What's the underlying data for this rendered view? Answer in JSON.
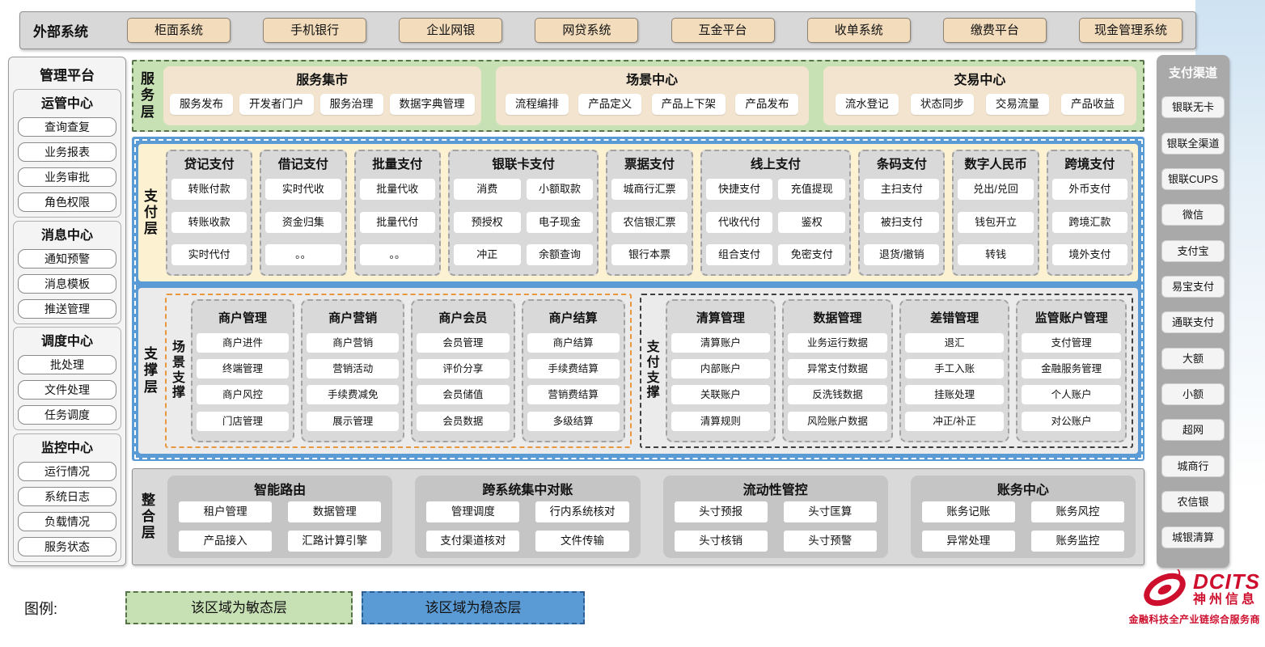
{
  "external": {
    "label": "外部系统",
    "items": [
      "柜面系统",
      "手机银行",
      "企业网银",
      "网贷系统",
      "互金平台",
      "收单系统",
      "缴费平台",
      "现金管理系统"
    ]
  },
  "management": {
    "title": "管理平台",
    "groups": [
      {
        "title": "运管中心",
        "items": [
          "查询查复",
          "业务报表",
          "业务审批",
          "角色权限"
        ]
      },
      {
        "title": "消息中心",
        "items": [
          "通知预警",
          "消息模板",
          "推送管理"
        ]
      },
      {
        "title": "调度中心",
        "items": [
          "批处理",
          "文件处理",
          "任务调度"
        ]
      },
      {
        "title": "监控中心",
        "items": [
          "运行情况",
          "系统日志",
          "负载情况",
          "服务状态"
        ]
      }
    ]
  },
  "service_layer": {
    "label": "服务层",
    "groups": [
      {
        "title": "服务集市",
        "items": [
          "服务发布",
          "开发者门户",
          "服务治理",
          "数据字典管理"
        ]
      },
      {
        "title": "场景中心",
        "items": [
          "流程编排",
          "产品定义",
          "产品上下架",
          "产品发布"
        ]
      },
      {
        "title": "交易中心",
        "items": [
          "流水登记",
          "状态同步",
          "交易流量",
          "产品收益"
        ]
      }
    ]
  },
  "payment_layer": {
    "label": "支付层",
    "columns": [
      {
        "title": "贷记支付",
        "cols": 1,
        "items": [
          "转账付款",
          "转账收款",
          "实时代付"
        ]
      },
      {
        "title": "借记支付",
        "cols": 1,
        "items": [
          "实时代收",
          "资金归集",
          "。。"
        ]
      },
      {
        "title": "批量支付",
        "cols": 1,
        "items": [
          "批量代收",
          "批量代付",
          "。。"
        ]
      },
      {
        "title": "银联卡支付",
        "cols": 2,
        "items": [
          "消费",
          "小额取款",
          "预授权",
          "电子现金",
          "冲正",
          "余额查询"
        ]
      },
      {
        "title": "票据支付",
        "cols": 1,
        "items": [
          "城商行汇票",
          "农信银汇票",
          "银行本票"
        ]
      },
      {
        "title": "线上支付",
        "cols": 2,
        "items": [
          "快捷支付",
          "充值提现",
          "代收代付",
          "鉴权",
          "组合支付",
          "免密支付"
        ]
      },
      {
        "title": "条码支付",
        "cols": 1,
        "items": [
          "主扫支付",
          "被扫支付",
          "退货/撤销"
        ]
      },
      {
        "title": "数字人民币",
        "cols": 1,
        "items": [
          "兑出/兑回",
          "钱包开立",
          "转钱"
        ]
      },
      {
        "title": "跨境支付",
        "cols": 1,
        "items": [
          "外币支付",
          "跨境汇款",
          "境外支付"
        ]
      }
    ]
  },
  "support_layer": {
    "label": "支撑层",
    "sections": [
      {
        "label": "场景支撑",
        "style": "orange",
        "columns": [
          {
            "title": "商户管理",
            "items": [
              "商户进件",
              "终端管理",
              "商户风控",
              "门店管理"
            ]
          },
          {
            "title": "商户营销",
            "items": [
              "商户营销",
              "营销活动",
              "手续费减免",
              "展示管理"
            ]
          },
          {
            "title": "商户会员",
            "items": [
              "会员管理",
              "评价分享",
              "会员储值",
              "会员数据"
            ]
          },
          {
            "title": "商户结算",
            "items": [
              "商户结算",
              "手续费结算",
              "营销费结算",
              "多级结算"
            ]
          }
        ]
      },
      {
        "label": "支付支撑",
        "style": "dark",
        "columns": [
          {
            "title": "清算管理",
            "items": [
              "清算账户",
              "内部账户",
              "关联账户",
              "清算规则"
            ]
          },
          {
            "title": "数据管理",
            "items": [
              "业务运行数据",
              "异常支付数据",
              "反洗钱数据",
              "风险账户数据"
            ]
          },
          {
            "title": "差错管理",
            "items": [
              "退汇",
              "手工入账",
              "挂账处理",
              "冲正/补正"
            ]
          },
          {
            "title": "监管账户管理",
            "items": [
              "支付管理",
              "金融服务管理",
              "个人账户",
              "对公账户"
            ]
          }
        ]
      }
    ]
  },
  "integration_layer": {
    "label": "整合层",
    "groups": [
      {
        "title": "智能路由",
        "items": [
          "租户管理",
          "数据管理",
          "产品接入",
          "汇路计算引擎"
        ]
      },
      {
        "title": "跨系统集中对账",
        "items": [
          "管理调度",
          "行内系统核对",
          "支付渠道核对",
          "文件传输"
        ]
      },
      {
        "title": "流动性管控",
        "items": [
          "头寸预报",
          "头寸匡算",
          "头寸核销",
          "头寸预警"
        ]
      },
      {
        "title": "账务中心",
        "items": [
          "账务记账",
          "账务风控",
          "异常处理",
          "账务监控"
        ]
      }
    ]
  },
  "channels": {
    "title": "支付渠道",
    "items": [
      "银联无卡",
      "银联全渠道",
      "银联CUPS",
      "微信",
      "支付宝",
      "易宝支付",
      "通联支付",
      "大额",
      "小额",
      "超网",
      "城商行",
      "农信银",
      "城银清算"
    ]
  },
  "legend": {
    "label": "图例:",
    "agile": "该区域为敏态层",
    "stable": "该区域为稳态层"
  },
  "logo": {
    "name": "DCITS",
    "cn": "神州信息",
    "slogan": "金融科技全产业链综合服务商"
  },
  "colors": {
    "agile_green": "#C7E1B5",
    "stable_blue": "#5B9BD5",
    "payment_yellow": "#FCF2D2",
    "panel_gray": "#D9D9D9",
    "external_tan": "#F2DCBC",
    "scene_orange_dash": "#E8973C",
    "logo_red": "#CE0E2D"
  }
}
